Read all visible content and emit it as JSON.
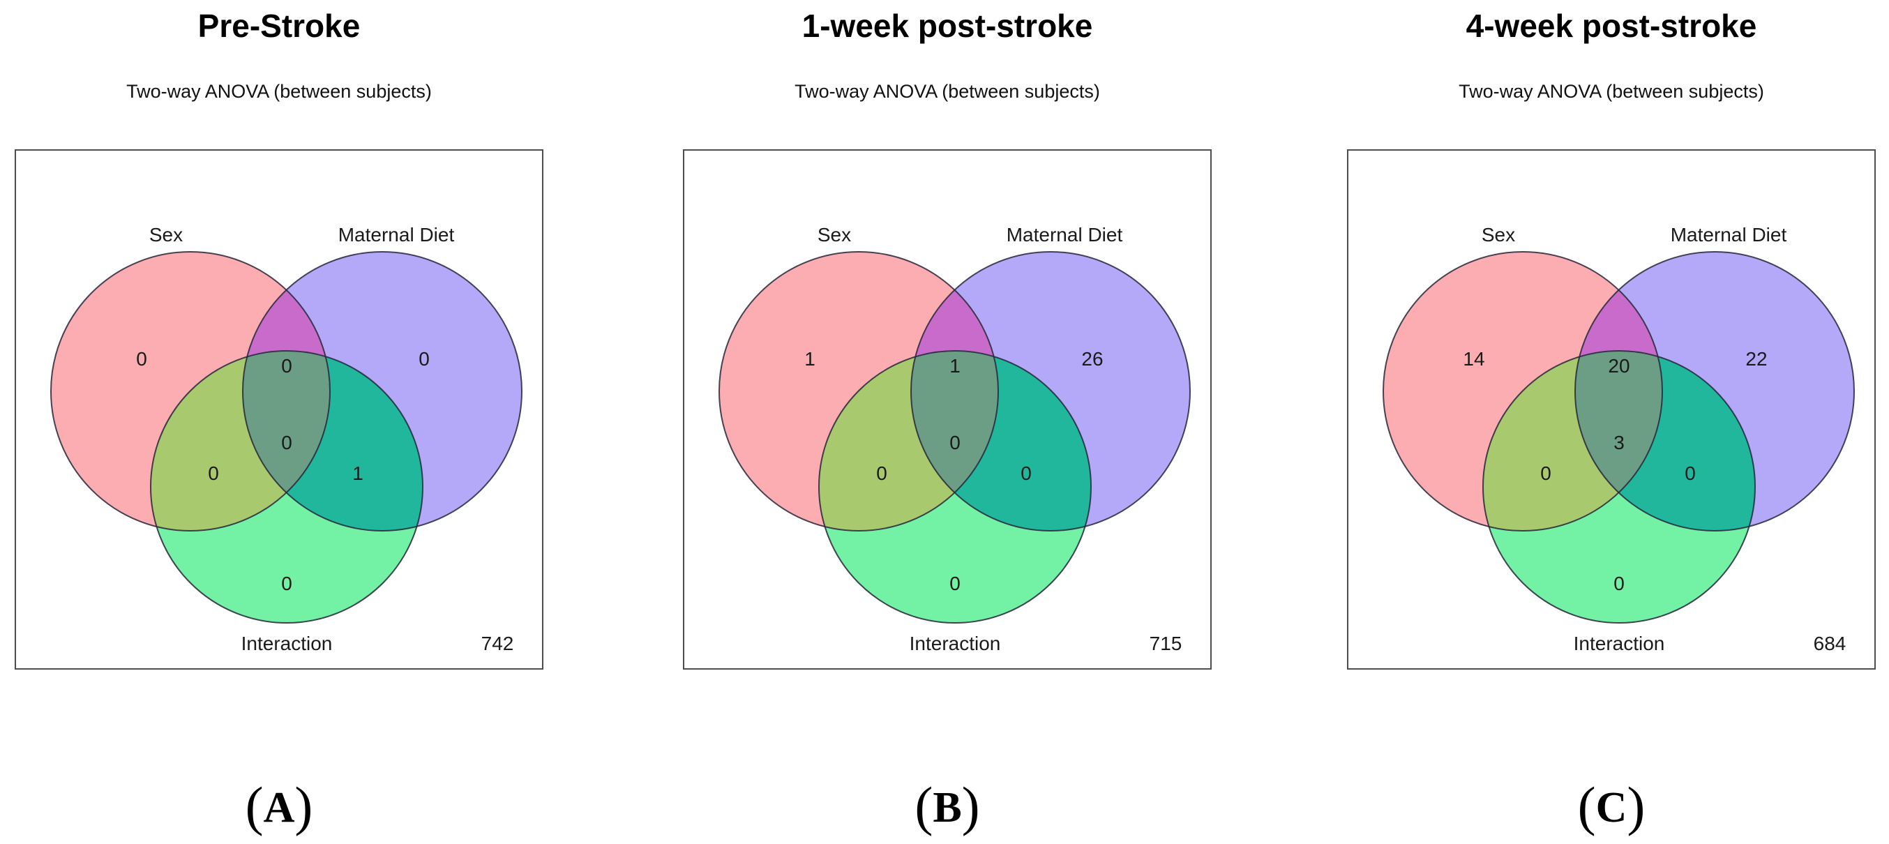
{
  "figure": {
    "panel_label": {
      "open": "(",
      "close": ")"
    },
    "colors": {
      "sex_fill": "#FBADB1",
      "maternal_diet_fill": "#B3A9F8",
      "interaction_fill": "#73F2A5",
      "sex_maternal_overlap": "#C86BCB",
      "sex_interaction_overlap": "#A9C96E",
      "maternal_interaction_overlap": "#20B79C",
      "triple_overlap": "#6B9E85",
      "circle_outline": "#26263A"
    },
    "panels": [
      {
        "letter": "A",
        "title": "Pre-Stroke",
        "subtitle": "Two-way ANOVA (between subjects)",
        "set_labels": {
          "sex": "Sex",
          "maternal_diet": "Maternal Diet",
          "interaction": "Interaction"
        },
        "counts": {
          "sex_only": "0",
          "maternal_only": "0",
          "interaction_only": "0",
          "sex_maternal": "0",
          "sex_interaction": "0",
          "maternal_interaction": "1",
          "triple": "0",
          "outside": "742"
        }
      },
      {
        "letter": "B",
        "title": "1-week post-stroke",
        "subtitle": "Two-way ANOVA (between subjects)",
        "set_labels": {
          "sex": "Sex",
          "maternal_diet": "Maternal Diet",
          "interaction": "Interaction"
        },
        "counts": {
          "sex_only": "1",
          "maternal_only": "26",
          "interaction_only": "0",
          "sex_maternal": "1",
          "sex_interaction": "0",
          "maternal_interaction": "0",
          "triple": "0",
          "outside": "715"
        }
      },
      {
        "letter": "C",
        "title": "4-week post-stroke",
        "subtitle": "Two-way ANOVA (between subjects)",
        "set_labels": {
          "sex": "Sex",
          "maternal_diet": "Maternal Diet",
          "interaction": "Interaction"
        },
        "counts": {
          "sex_only": "14",
          "maternal_only": "22",
          "interaction_only": "0",
          "sex_maternal": "20",
          "sex_interaction": "0",
          "maternal_interaction": "0",
          "triple": "3",
          "outside": "684"
        }
      }
    ]
  }
}
